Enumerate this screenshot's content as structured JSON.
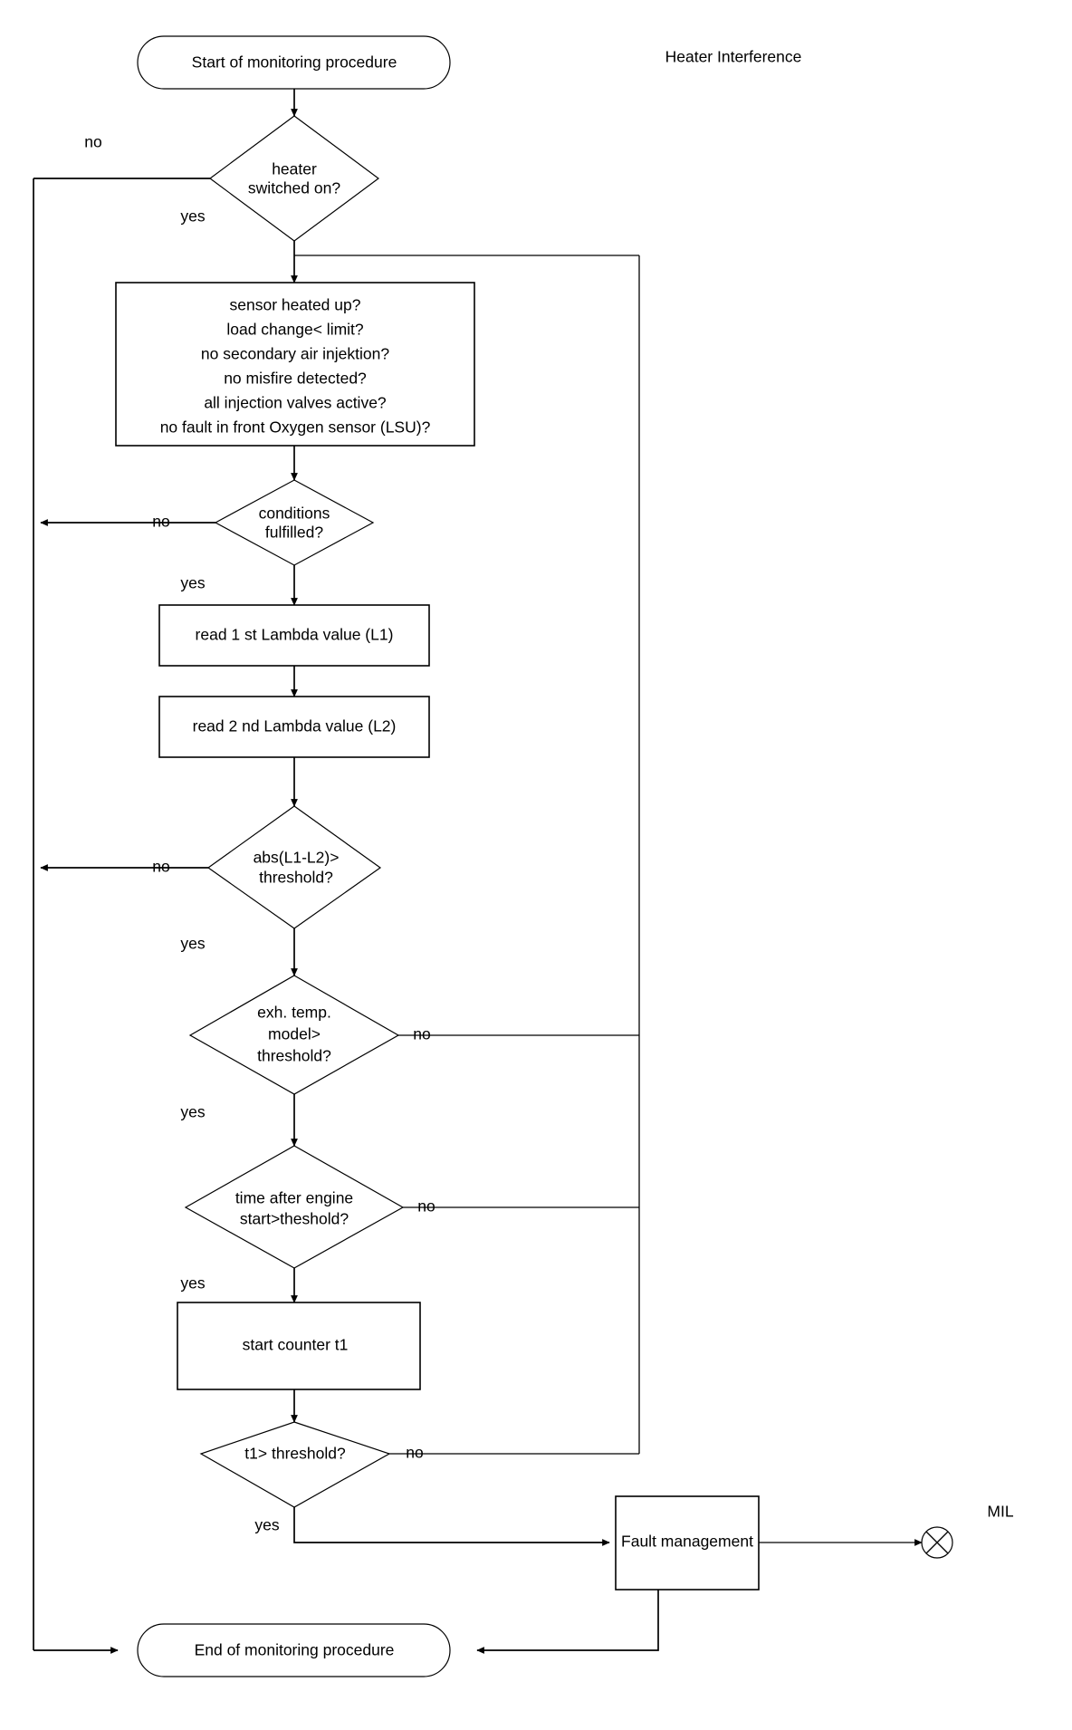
{
  "diagram": {
    "title": "Heater Interference",
    "type": "flowchart",
    "nodes": [
      {
        "id": "start",
        "kind": "terminator",
        "label": "Start of monitoring procedure"
      },
      {
        "id": "heater",
        "kind": "decision",
        "lines": [
          "heater",
          "switched on?"
        ]
      },
      {
        "id": "conditions_box",
        "kind": "process",
        "lines": [
          "sensor heated up?",
          "load change< limit?",
          "no secondary air injektion?",
          "no misfire detected?",
          "all injection valves active?",
          "no fault in front Oxygen sensor (LSU)?"
        ]
      },
      {
        "id": "cond_fulfilled",
        "kind": "decision",
        "lines": [
          "conditions",
          "fulfilled?"
        ]
      },
      {
        "id": "read_l1",
        "kind": "process",
        "lines": [
          "read 1 st Lambda value (L1)"
        ]
      },
      {
        "id": "read_l2",
        "kind": "process",
        "lines": [
          "read 2 nd Lambda value (L2)"
        ]
      },
      {
        "id": "abs_diff",
        "kind": "decision",
        "lines": [
          "abs(L1-L2)>",
          "threshold?"
        ]
      },
      {
        "id": "exh_temp",
        "kind": "decision",
        "lines": [
          "exh. temp.",
          "model>",
          "threshold?"
        ]
      },
      {
        "id": "time_start",
        "kind": "decision",
        "lines": [
          "time after engine",
          "start>theshold?"
        ]
      },
      {
        "id": "counter",
        "kind": "process",
        "lines": [
          "start counter t1"
        ]
      },
      {
        "id": "t1_thresh",
        "kind": "decision",
        "lines": [
          "t1> threshold?"
        ]
      },
      {
        "id": "fault_mgmt",
        "kind": "process",
        "lines": [
          "Fault management"
        ]
      },
      {
        "id": "mil",
        "kind": "lamp",
        "label": "MIL"
      },
      {
        "id": "end",
        "kind": "terminator",
        "label": "End of monitoring procedure"
      }
    ],
    "edge_labels": {
      "heater_no": "no",
      "heater_yes": "yes",
      "cond_no": "no",
      "cond_yes": "yes",
      "abs_no": "no",
      "abs_yes": "yes",
      "exh_no": "no",
      "exh_yes": "yes",
      "time_no": "no",
      "time_yes": "yes",
      "t1_no": "no",
      "t1_yes": "yes"
    },
    "colors": {
      "stroke": "#000000",
      "fill": "#ffffff",
      "background": "#ffffff"
    }
  }
}
